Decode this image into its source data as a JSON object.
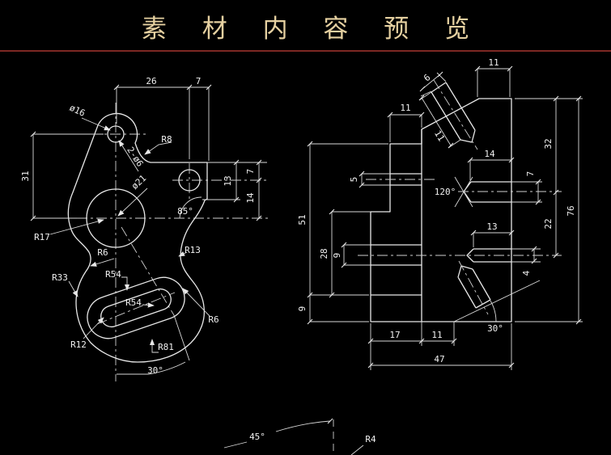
{
  "header": {
    "title": "素 材 内 容 预 览",
    "title_color": "#e5d0a0",
    "divider_color": "#7d2823",
    "background_color": "#000000",
    "line_color": "#e8e8e8"
  },
  "left_view": {
    "labels": {
      "d26": "26",
      "d7_top": "7",
      "d31": "31",
      "d13": "13",
      "d7_right": "7",
      "d14": "14",
      "dia16": "ø16",
      "dia6x2": "2-ø6",
      "dia21": "ø21",
      "r8": "R8",
      "r17": "R17",
      "r6_left": "R6",
      "r33": "R33",
      "r54_a": "R54",
      "r54_b": "R54",
      "r13": "R13",
      "r6_right": "R6",
      "r12": "R12",
      "r81": "R81",
      "a85": "85°",
      "a30": "30°"
    }
  },
  "right_view": {
    "labels": {
      "d11_top": "11",
      "d6_pin": "6",
      "d11_pin": "11",
      "d11_left": "11",
      "d5": "5",
      "d51": "51",
      "d28": "28",
      "d9_hole": "9",
      "d9_bottom": "9",
      "d14": "14",
      "a120": "120°",
      "d7_hole": "7",
      "d32": "32",
      "d22": "22",
      "d76": "76",
      "d13": "13",
      "d4": "4",
      "d17": "17",
      "d11_bottom": "11",
      "d47": "47",
      "a30": "30°"
    }
  },
  "bottom_view": {
    "labels": {
      "a45": "45°",
      "r4": "R4"
    }
  }
}
